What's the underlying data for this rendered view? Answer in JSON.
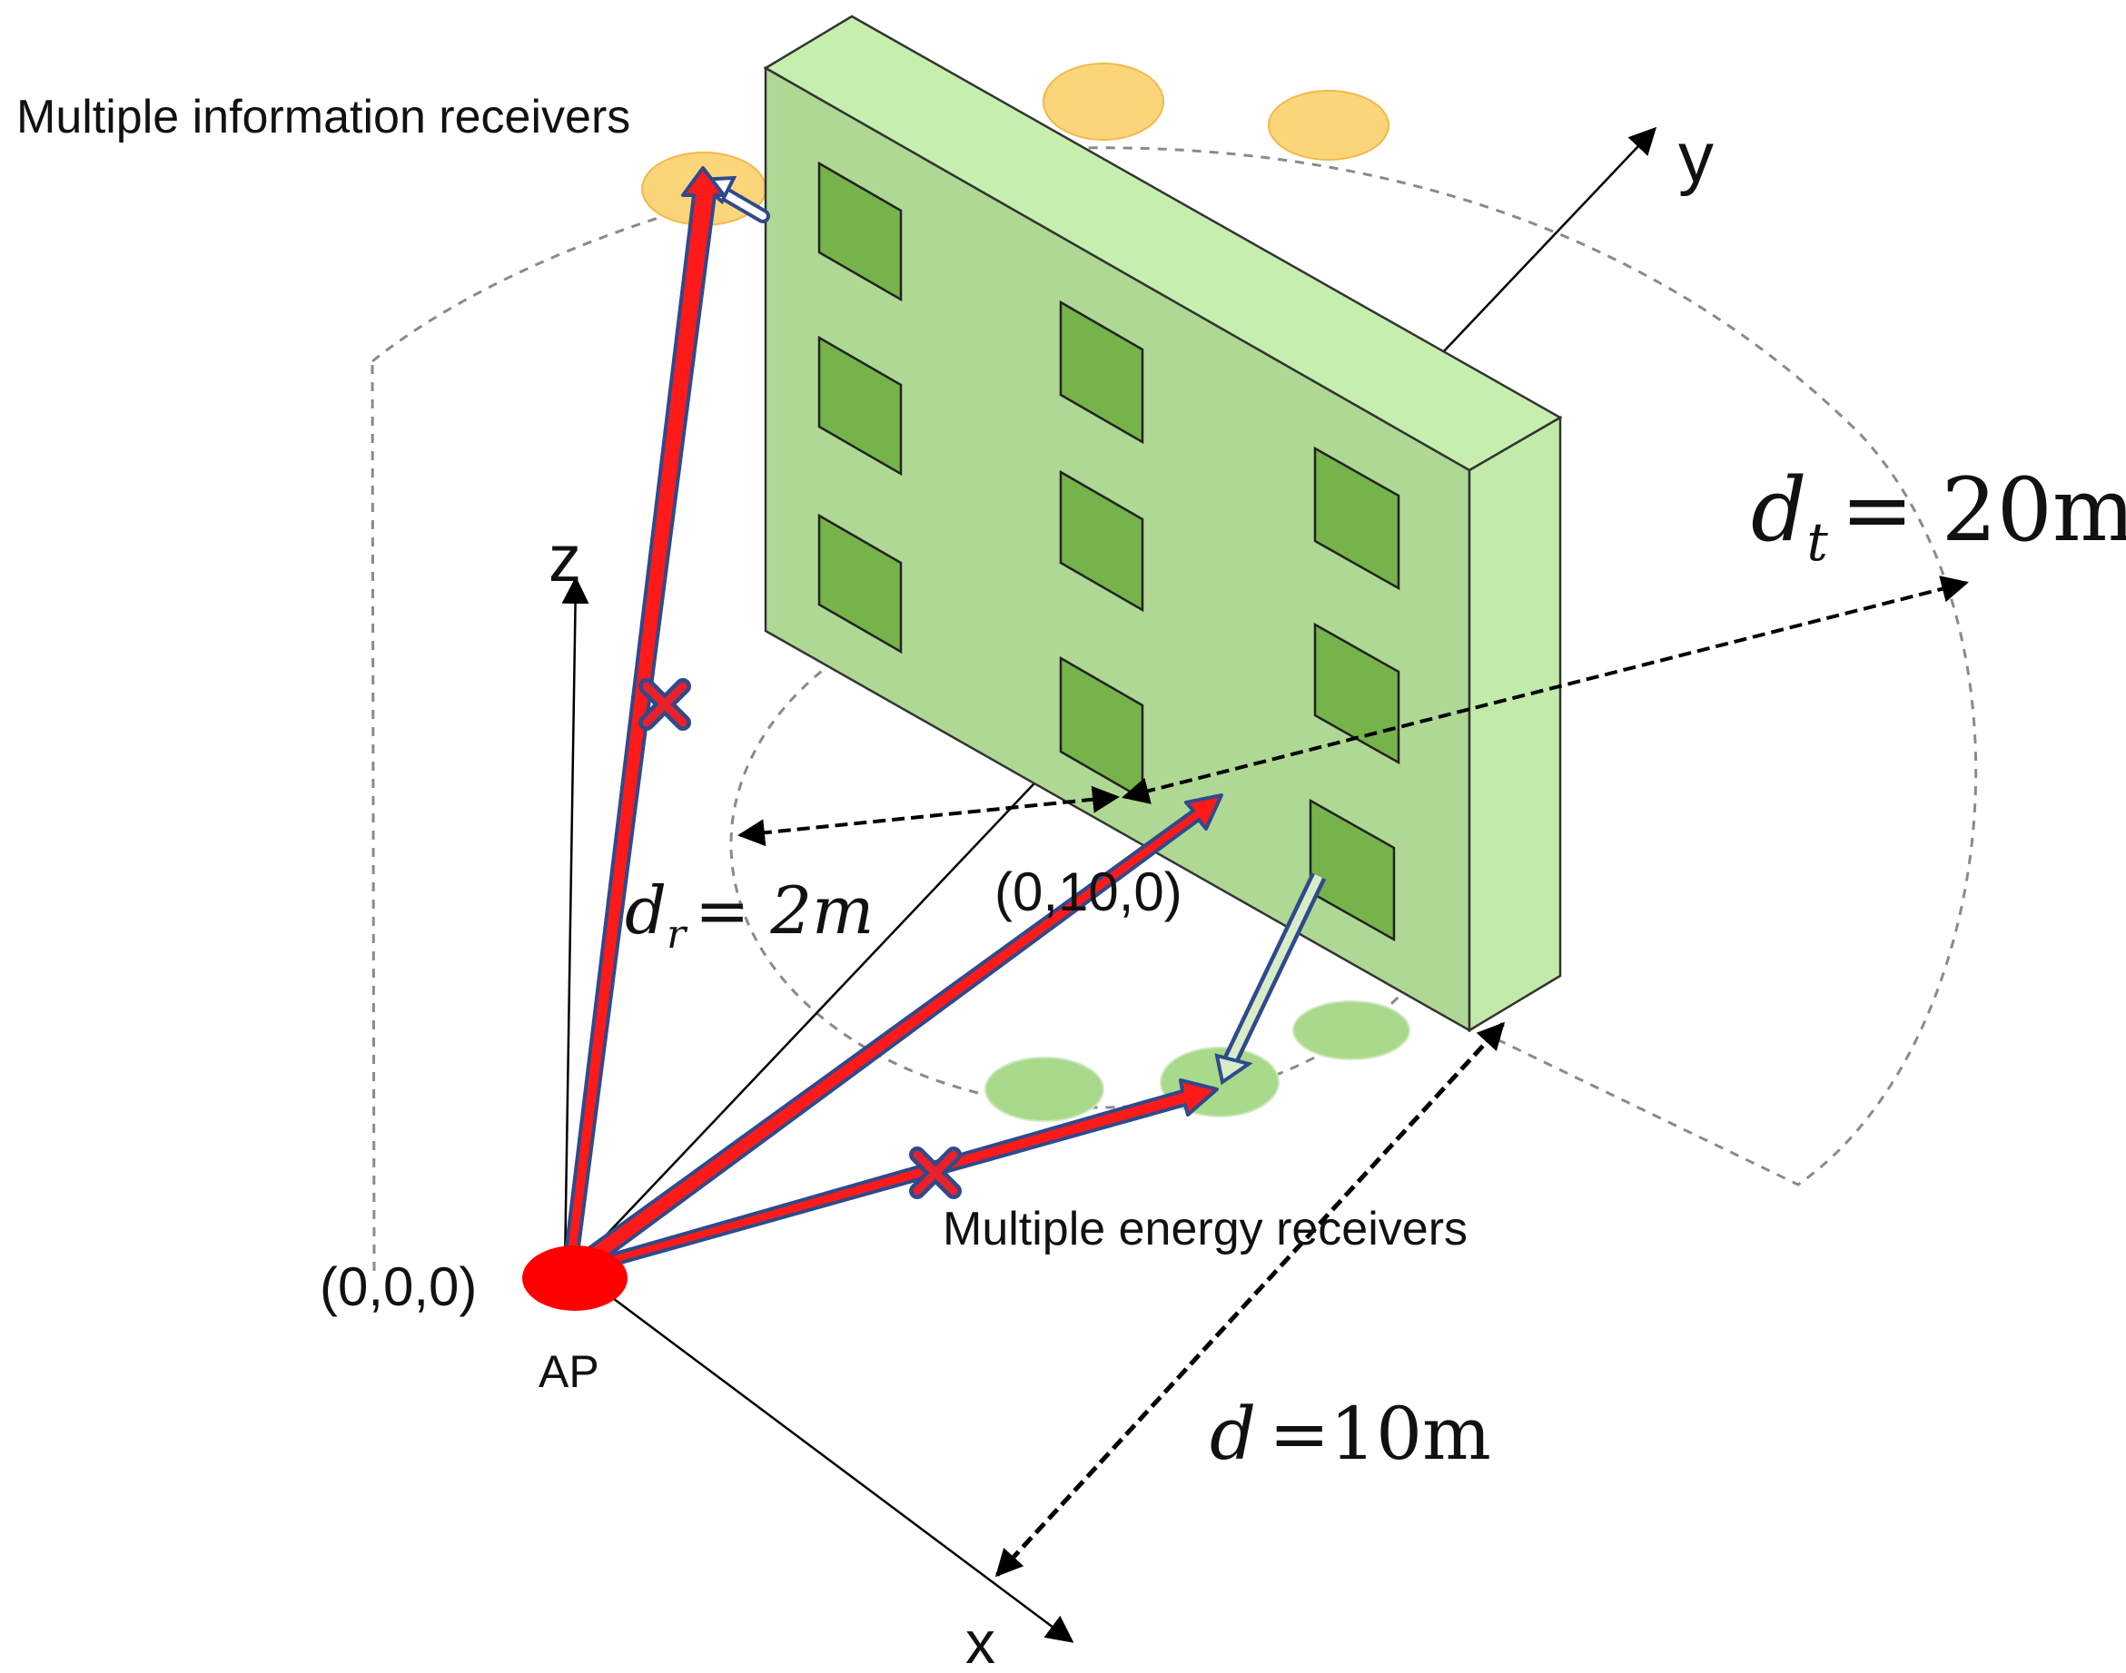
{
  "labels": {
    "info_receivers": "Multiple information receivers",
    "energy_receivers": "Multiple energy receivers",
    "ap": "AP",
    "origin": "(0,0,0)",
    "ris_coord": "(0,10,0)",
    "axis_x": "x",
    "axis_y": "y",
    "axis_z": "z"
  },
  "equations": {
    "dt": {
      "symbol": "d",
      "sub": "t",
      "rhs": "= 20m"
    },
    "dr": {
      "symbol": "d",
      "sub": "r",
      "rhs": "= 2m"
    },
    "d": {
      "symbol": "d",
      "rhs": "=10m"
    }
  },
  "colors": {
    "building_face": "#afd894",
    "building_top": "#c6efae",
    "building_side": "#c2eba9",
    "window": "#76b34a",
    "info_receiver": "#fbd57a",
    "energy_receiver": "#a9d98a",
    "ap": "#ff0000",
    "link_fill": "#ff1a1a",
    "link_outline": "#2f4a8c",
    "blocked_marker": "#e8212a"
  }
}
